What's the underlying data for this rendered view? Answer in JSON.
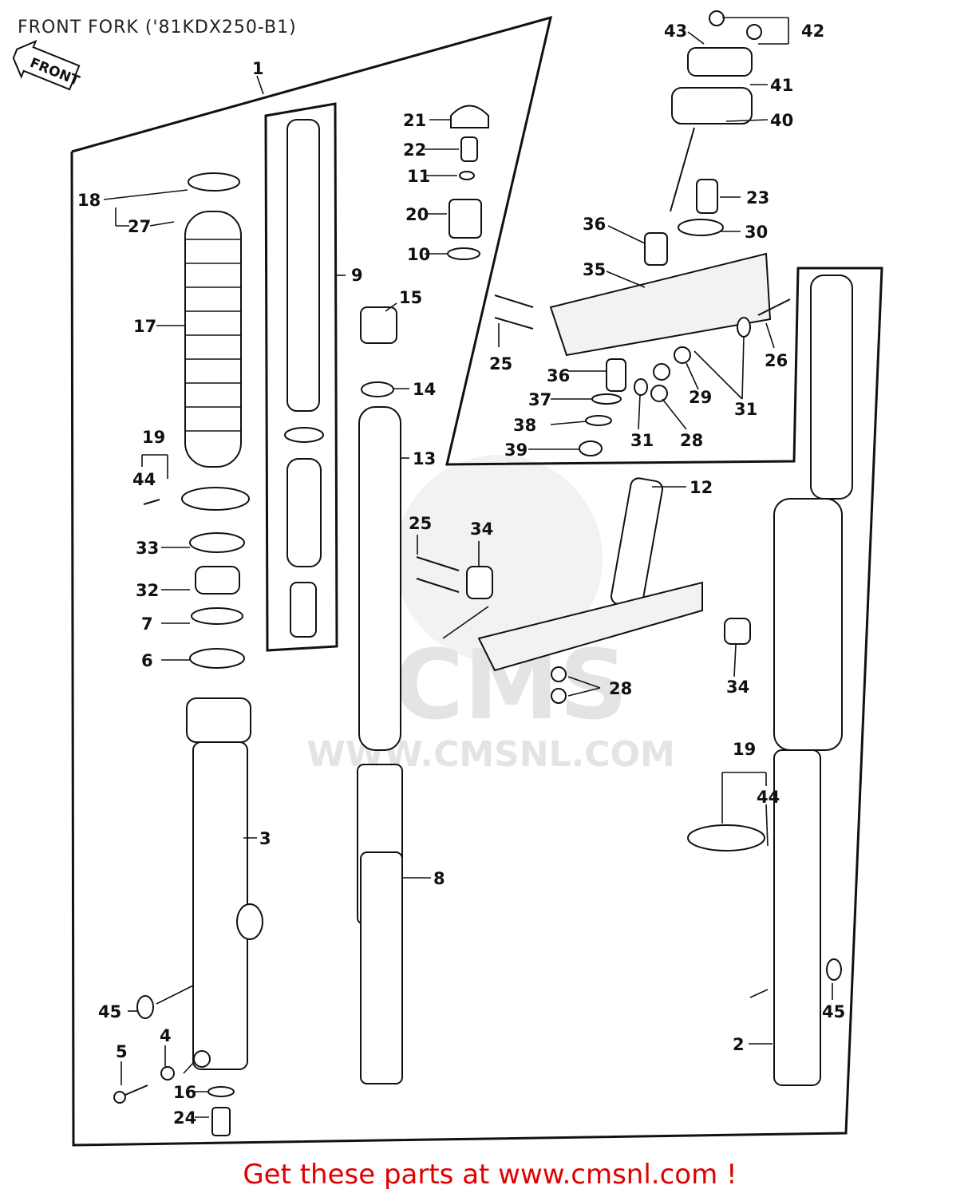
{
  "title": "FRONT FORK ('81KDX250-B1)",
  "front_arrow_label": "FRONT",
  "watermark_url": "WWW.CMSNL.COM",
  "watermark_logo_text": "CMS",
  "footer_cta": "Get these parts at www.cmsnl.com !",
  "colors": {
    "cta": "#e00000",
    "ink": "#111111",
    "watermark": "#e6e6e6"
  },
  "callouts": [
    "1",
    "2",
    "3",
    "4",
    "5",
    "6",
    "7",
    "8",
    "9",
    "10",
    "11",
    "12",
    "13",
    "14",
    "15",
    "16",
    "17",
    "18",
    "19",
    "19",
    "20",
    "21",
    "22",
    "23",
    "24",
    "25",
    "25",
    "26",
    "27",
    "28",
    "28",
    "29",
    "30",
    "31",
    "31",
    "32",
    "33",
    "34",
    "34",
    "35",
    "36",
    "36",
    "37",
    "38",
    "39",
    "40",
    "41",
    "42",
    "43",
    "44",
    "44",
    "45",
    "45"
  ]
}
